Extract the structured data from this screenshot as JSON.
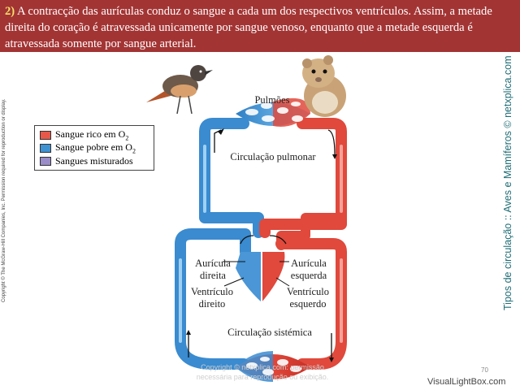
{
  "header": {
    "number": "2)",
    "text": " A contracção das aurículas conduz o sangue a cada um dos respectivos ventrículos. Assim, a metade direita do coração é atravessada unicamente por sangue venoso, enquanto que a metade esquerda é atravessada somente por sangue arterial."
  },
  "copyright": "Copyright © The McGraw-Hill Companies, Inc. Permission required for reproduction or display.",
  "side_title": "Tipos de circulação :: Aves e Mamíferos © netxplica.com",
  "legend": {
    "items": [
      {
        "label": "Sangue rico em O",
        "sub": "2",
        "color": "#e8584a"
      },
      {
        "label": "Sangue pobre em O",
        "sub": "2",
        "color": "#3f92d2"
      },
      {
        "label": "Sangues misturados",
        "sub": "",
        "color": "#9a8cc8"
      }
    ]
  },
  "diagram": {
    "lungs": "Pulmões",
    "pulmonary": "Circulação pulmonar",
    "systemic": "Circulação sistémica",
    "right_atrium": [
      "Aurícula",
      "direita"
    ],
    "left_atrium": [
      "Aurícula",
      "esquerda"
    ],
    "right_ventricle": [
      "Ventrículo",
      "direito"
    ],
    "left_ventricle": [
      "Ventrículo",
      "esquerdo"
    ]
  },
  "faint_note": "Copyright © netxplica.com: permissão necessária para reprodução ou exibição.",
  "page_number": "70",
  "watermark": "VisualLightBox.com"
}
